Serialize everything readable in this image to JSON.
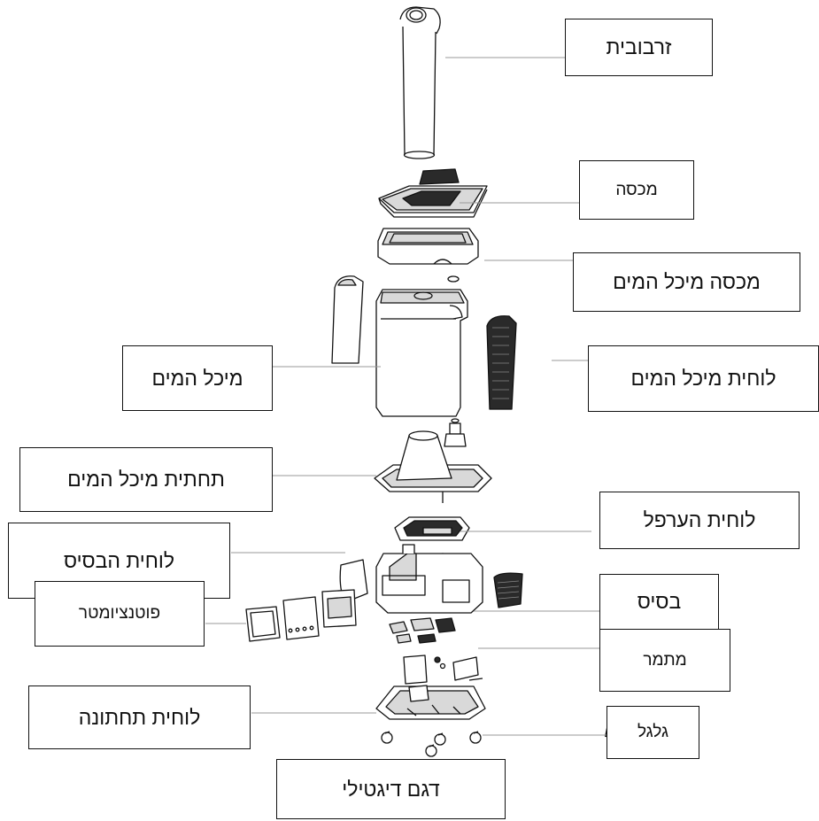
{
  "colors": {
    "line": "#111111",
    "leader": "#9a9a9a",
    "shade": "#d9d9d9",
    "dark": "#2a2a2a"
  },
  "labels": {
    "chimney": "זרבובית",
    "cover": "מכסה",
    "tank_cover": "מכסה מיכל המים",
    "tank_panel": "לוחית מיכל המים",
    "water_tank": "מיכל המים",
    "tank_bottom": "תחתית מיכל המים",
    "mist_plate": "לוחית הערפל",
    "base_panel": "לוחית הבסיס",
    "potentiometer": "פוטנציומטר",
    "base": "בסיס",
    "transformer": "מתמר",
    "bottom_plate": "לוחית תחתונה",
    "wheel": "גלגל",
    "digital_model": "דגם דיגטילי"
  }
}
